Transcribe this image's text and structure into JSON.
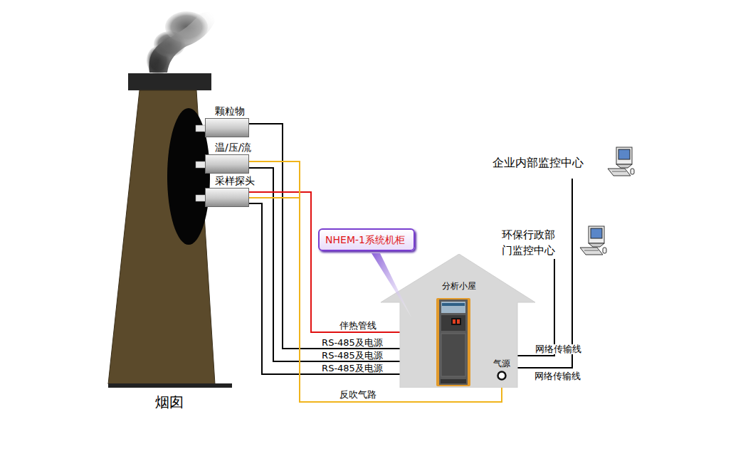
{
  "diagram": {
    "nodes": [
      {
        "text": [
          "颗粒物"
        ]
      },
      {
        "text": [
          "温/压/流"
        ]
      },
      {
        "text": [
          "采样探头"
        ]
      },
      {
        "text": [
          "NHEM-1系统机柜"
        ]
      },
      {
        "text": [
          "分析小屋"
        ]
      },
      {
        "text": [
          "气源"
        ],
        "in": 4
      },
      {
        "text": [
          "企业内部监控中心"
        ]
      },
      {
        "text": [
          "环保行政部门监控中心"
        ]
      }
    ],
    "edges": [
      {
        "from": 0,
        "to": 4,
        "label": "RS-485及电源",
        "arrow": "none"
      },
      {
        "from": 1,
        "to": 4,
        "label": "RS-485及电源",
        "arrow": "none"
      },
      {
        "from": 2,
        "to": 4,
        "label": "伴热管线",
        "arrow": "none"
      },
      {
        "from": 2,
        "to": 4,
        "label": "RS-485及电源",
        "arrow": "none"
      },
      {
        "from": 1,
        "to": 5,
        "label": "反吹气路",
        "arrow": "none"
      },
      {
        "from": 2,
        "to": 5,
        "arrow": "none"
      },
      {
        "from": 4,
        "to": 7,
        "label": "网络传输线",
        "arrow": "none"
      },
      {
        "from": 4,
        "to": 6,
        "label": "网络传输线",
        "arrow": "none"
      }
    ],
    "labels": [
      "烟囱"
    ]
  }
}
